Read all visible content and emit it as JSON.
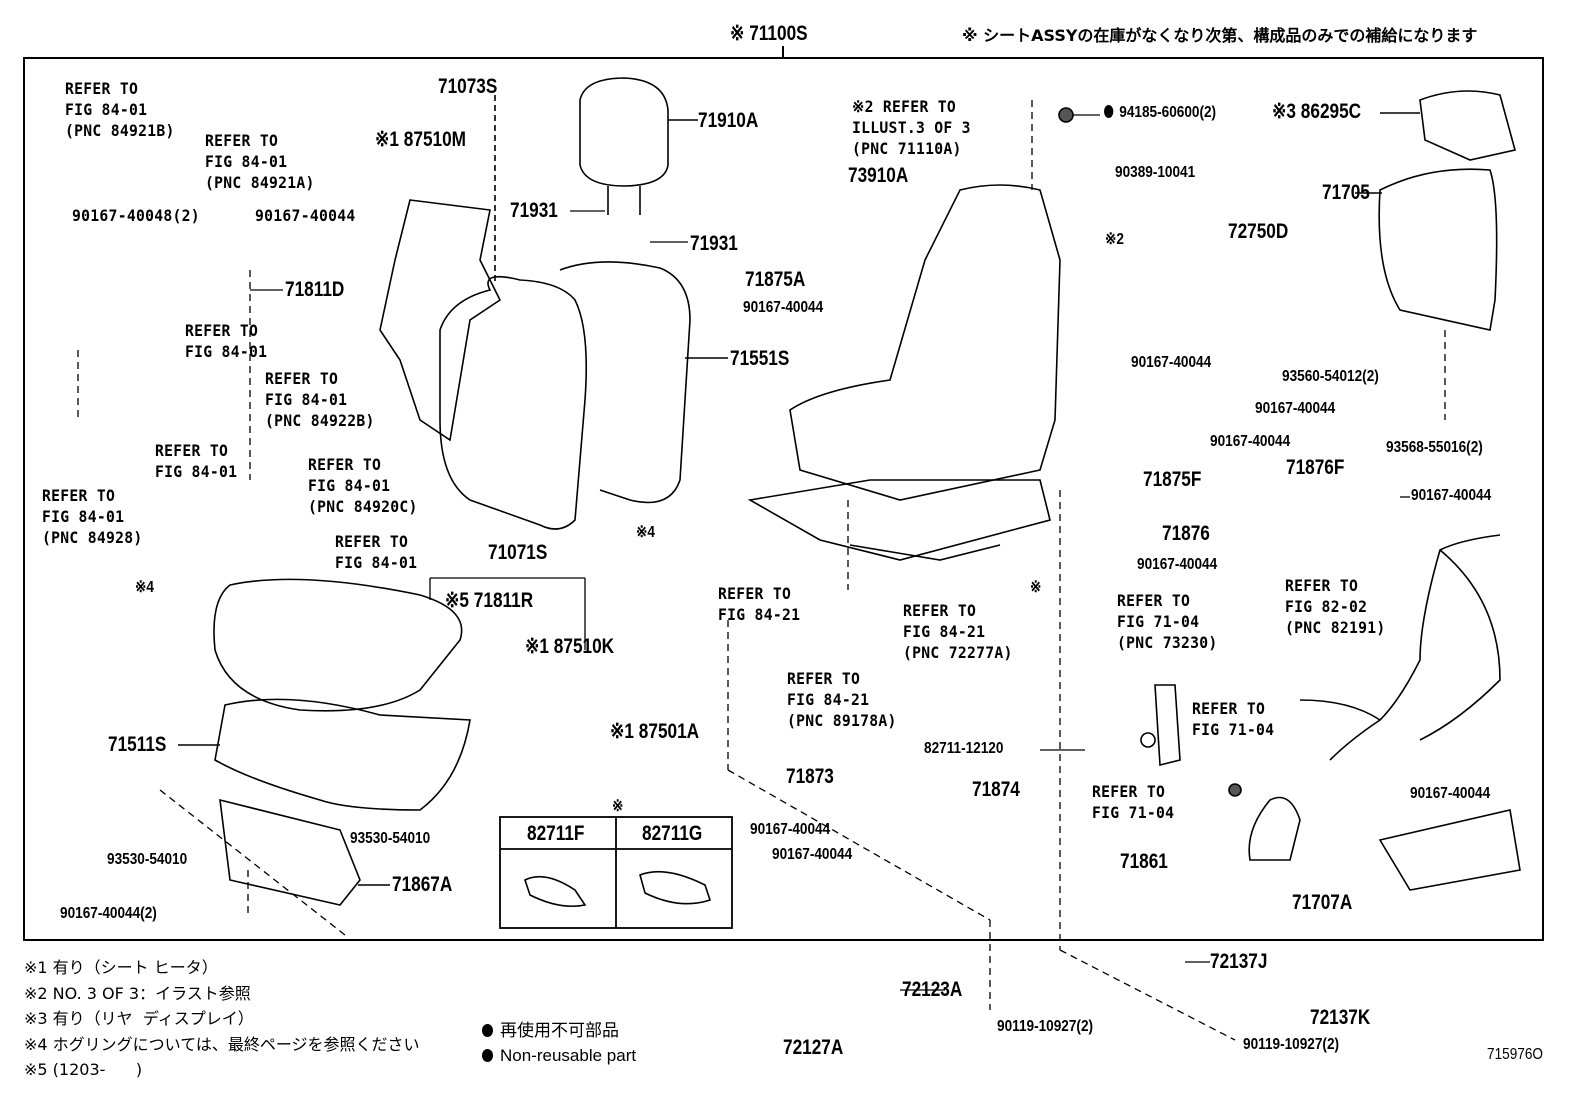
{
  "header": {
    "assembly": "※ 71100S",
    "note": "※ シートASSYの在庫がなくなり次第、構成品のみでの補給になります"
  },
  "labels": [
    "REFER TO\nFIG 84-01\n(PNC 84921B)",
    "REFER TO\nFIG 84-01\n(PNC 84921A)",
    "90167-40048(2)",
    "90167-40044",
    "71811D",
    "REFER TO\nFIG 84-01",
    "REFER TO\nFIG 84-01\n(PNC 84922B)",
    "REFER TO\nFIG 84-01",
    "REFER TO\nFIG 84-01\n(PNC 84928)",
    "REFER TO\nFIG 84-01\n(PNC 84920C)",
    "REFER TO\nFIG 84-01",
    "71073S",
    "※1 87510M",
    "71910A",
    "71931",
    "71931",
    "71551S",
    "71071S",
    "※4",
    "※5 71811R",
    "※1 87510K",
    "※4",
    "71511S",
    "※1 87501A",
    "93530-54010",
    "93530-54010",
    "71867A",
    "90167-40044(2)",
    "※",
    "82711F",
    "82711G",
    "※2 REFER TO\n   ILLUST.3 OF 3\n   (PNC 71110A)",
    "94185-60600(2)",
    "※3 86295C",
    "73910A",
    "90389-10041",
    "71705",
    "72750D",
    "※2",
    "71875A",
    "90167-40044",
    "90167-40044",
    "93560-54012(2)",
    "90167-40044",
    "90167-40044",
    "93568-55016(2)",
    "71875F",
    "71876F",
    "90167-40044",
    "71876",
    "90167-40044",
    "※",
    "REFER TO\nFIG 84-21",
    "REFER TO\nFIG 84-21\n(PNC 72277A)",
    "REFER TO\nFIG 82-02\n(PNC 82191)",
    "REFER TO\nFIG 71-04\n(PNC 73230)",
    "REFER TO\nFIG 84-21\n(PNC 89178A)",
    "REFER TO\nFIG 71-04",
    "82711-12120",
    "71873",
    "71874",
    "REFER TO\nFIG 71-04",
    "90167-40044",
    "90167-40044",
    "90167-40044",
    "71861",
    "71707A",
    "72137J",
    "72123A",
    "72137K",
    "90119-10927(2)",
    "72127A",
    "90119-10927(2)"
  ],
  "footnotes": [
    "※1 有り（シート ヒータ）",
    "※2 NO. 3 OF 3：イラスト参照",
    "※3 有り（リヤ  ディスプレイ）",
    "※4 ホグリングについては、最終ページを参照ください",
    "※5 (1203-      )"
  ],
  "legend": {
    "icon": "filled-circle-bullet",
    "non_reusable_jp": "再使用不可部品",
    "non_reusable_en": "Non-reusable part"
  },
  "illustration_id": "715976O"
}
